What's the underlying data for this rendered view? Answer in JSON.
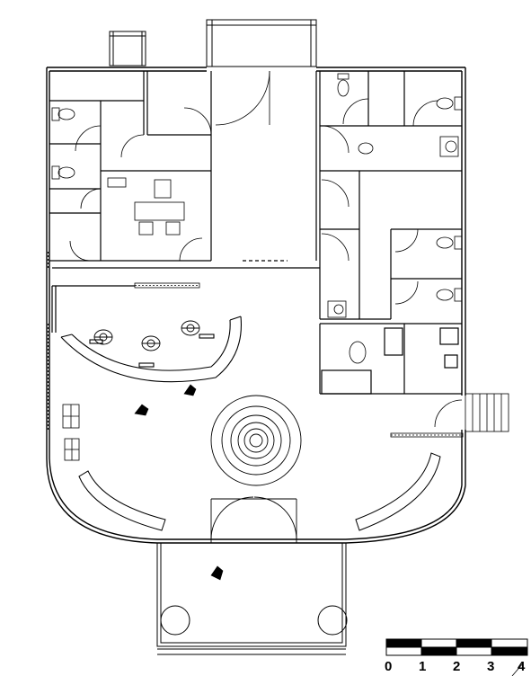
{
  "scale_bar": {
    "ticks": [
      "0",
      "1",
      "2",
      "3",
      "4"
    ]
  },
  "colors": {
    "line": "#000000",
    "background": "#ffffff"
  }
}
